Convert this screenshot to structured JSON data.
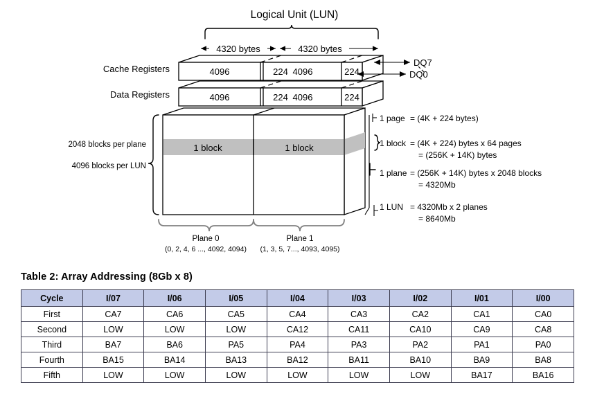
{
  "diagram": {
    "title": "Logical Unit (LUN)",
    "dimension_labels": [
      "4320 bytes",
      "4320 bytes"
    ],
    "row_labels": {
      "cache": "Cache Registers",
      "data": "Data Registers"
    },
    "register_cells": {
      "cache": [
        "4096",
        "224",
        "4096",
        "224"
      ],
      "data": [
        "4096",
        "224",
        "4096",
        "224"
      ]
    },
    "dq_labels": [
      "DQ7",
      "DQ0"
    ],
    "left_labels": {
      "blocks_per_plane": "2048 blocks per plane",
      "blocks_per_lun": "4096 blocks per LUN"
    },
    "block_labels": [
      "1 block",
      "1 block"
    ],
    "plane_labels": [
      {
        "name": "Plane 0",
        "detail": "(0, 2, 4, 6 ..., 4092, 4094)"
      },
      {
        "name": "Plane 1",
        "detail": "(1, 3, 5, 7..., 4093, 4095)"
      }
    ],
    "annotations": [
      {
        "label": "1 page",
        "lines": [
          "= (4K + 224 bytes)"
        ]
      },
      {
        "label": "1 block",
        "lines": [
          "= (4K + 224)  bytes x 64 pages",
          "= (256K + 14K) bytes"
        ]
      },
      {
        "label": "1 plane",
        "lines": [
          "= (256K + 14K) bytes x 2048 blocks",
          "=  4320Mb"
        ]
      },
      {
        "label": "1 LUN",
        "lines": [
          "= 4320Mb x 2 planes",
          "=  8640Mb"
        ]
      }
    ]
  },
  "table": {
    "caption": "Table 2: Array Addressing (8Gb x 8)",
    "headers": [
      "Cycle",
      "I/07",
      "I/06",
      "I/05",
      "I/04",
      "I/03",
      "I/02",
      "I/01",
      "I/00"
    ],
    "rows": [
      [
        "First",
        "CA7",
        "CA6",
        "CA5",
        "CA4",
        "CA3",
        "CA2",
        "CA1",
        "CA0"
      ],
      [
        "Second",
        "LOW",
        "LOW",
        "LOW",
        "CA12",
        "CA11",
        "CA10",
        "CA9",
        "CA8"
      ],
      [
        "Third",
        "BA7",
        "BA6",
        "PA5",
        "PA4",
        "PA3",
        "PA2",
        "PA1",
        "PA0"
      ],
      [
        "Fourth",
        "BA15",
        "BA14",
        "BA13",
        "BA12",
        "BA11",
        "BA10",
        "BA9",
        "BA8"
      ],
      [
        "Fifth",
        "LOW",
        "LOW",
        "LOW",
        "LOW",
        "LOW",
        "LOW",
        "BA17",
        "BA16"
      ]
    ]
  },
  "colors": {
    "header_bg": "#c3cbe8",
    "block_band": "#c0c0c0",
    "brace_gray": "#808080",
    "line": "#000000"
  }
}
